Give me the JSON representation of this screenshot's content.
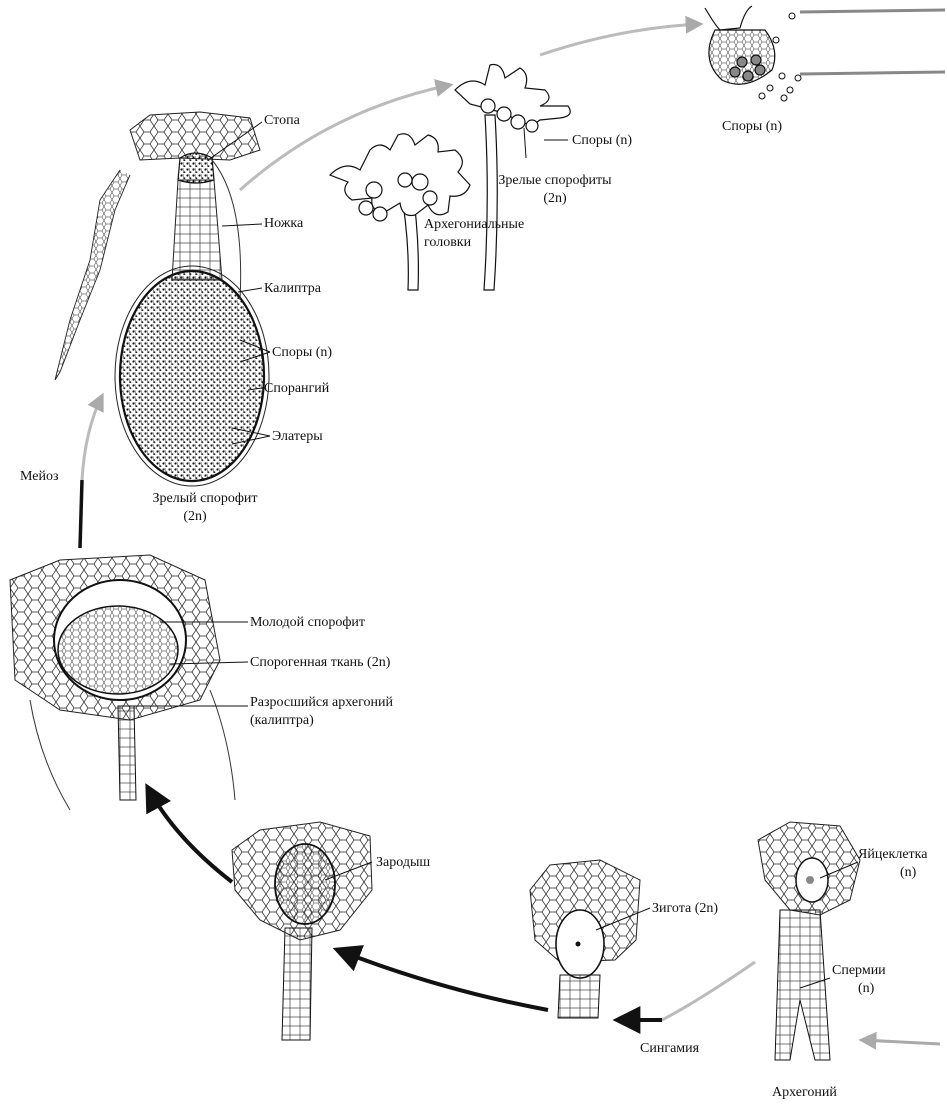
{
  "labels": {
    "stopa": "Стопа",
    "nozhka": "Ножка",
    "kaliptra": "Калиптра",
    "spory_inner": "Споры (n)",
    "sporangiy": "Спорангий",
    "elatery": "Элатеры",
    "mature_sporophyte": "Зрелый спорофит",
    "mature_sporophyte_ploidy": "(2n)",
    "meioz": "Мейоз",
    "spory_top": "Споры (n)",
    "spory_mid": "Споры (n)",
    "mature_sporophytes": "Зрелые спорофиты",
    "mature_sporophytes_ploidy": "(2n)",
    "archegonial_heads_1": "Архегониальные",
    "archegonial_heads_2": "головки",
    "young_sporophyte": "Молодой спорофит",
    "sporogenous_tissue": "Спорогенная ткань (2n)",
    "grown_archegonium_1": "Разросшийся архегоний",
    "grown_archegonium_2": "(калиптра)",
    "zarodysh": "Зародыш",
    "zigota": "Зигота (2n)",
    "yaytsekletka": "Яйцеклетка",
    "yaytsekletka_ploidy": "(n)",
    "spermiy": "Спермии",
    "spermiy_ploidy": "(n)",
    "singamiya": "Сингамия",
    "arkhegoniy": "Архегоний"
  },
  "colors": {
    "ink": "#111111",
    "arrow_faint": "#bbbbbb"
  }
}
